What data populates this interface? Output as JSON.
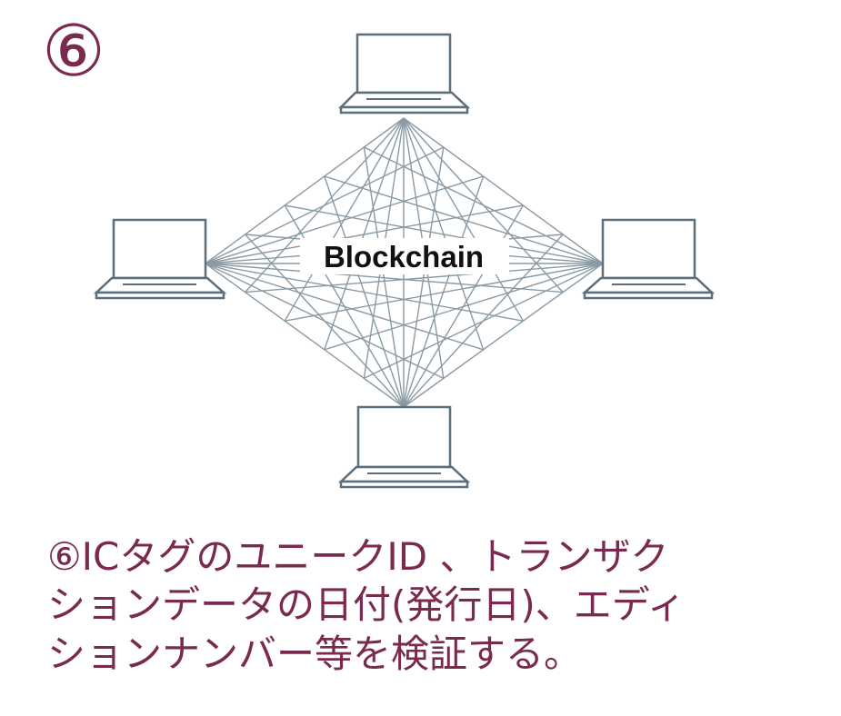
{
  "step": {
    "number": "⑥"
  },
  "diagram": {
    "center_label": "Blockchain",
    "line_color": "#5b6f7d",
    "mesh_color": "#8a9aa4",
    "nodes": [
      {
        "name": "laptop-top-icon"
      },
      {
        "name": "laptop-left-icon"
      },
      {
        "name": "laptop-right-icon"
      },
      {
        "name": "laptop-bottom-icon"
      }
    ]
  },
  "caption": {
    "line1": "⑥ICタグのユニークID 、トランザク",
    "line2": "ションデータの日付(発行日)、エディ",
    "line3": "ションナンバー等を検証する。"
  },
  "colors": {
    "accent": "#7a2a4f"
  }
}
